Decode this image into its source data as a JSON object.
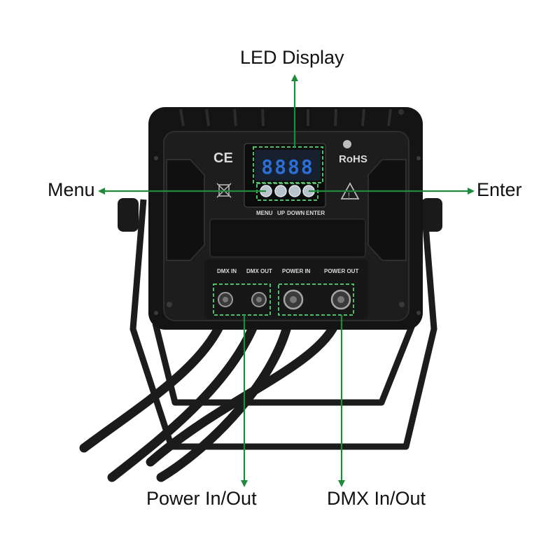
{
  "callouts": {
    "led_display": "LED Display",
    "menu": "Menu",
    "enter": "Enter",
    "power_in_out": "Power In/Out",
    "dmx_in_out": "DMX In/Out"
  },
  "device": {
    "ce_mark": "CE",
    "rohs_mark": "RoHS",
    "display_digits": "8888",
    "button_labels": [
      "MENU",
      "UP",
      "DOWN",
      "ENTER"
    ],
    "ports": [
      "DMX IN",
      "DMX OUT",
      "POWER IN",
      "POWER OUT"
    ]
  },
  "colors": {
    "callout_line": "#1f8a3c",
    "highlight": "#4cc067",
    "device_body": "#141414",
    "display_digit": "#2b6fd6"
  }
}
